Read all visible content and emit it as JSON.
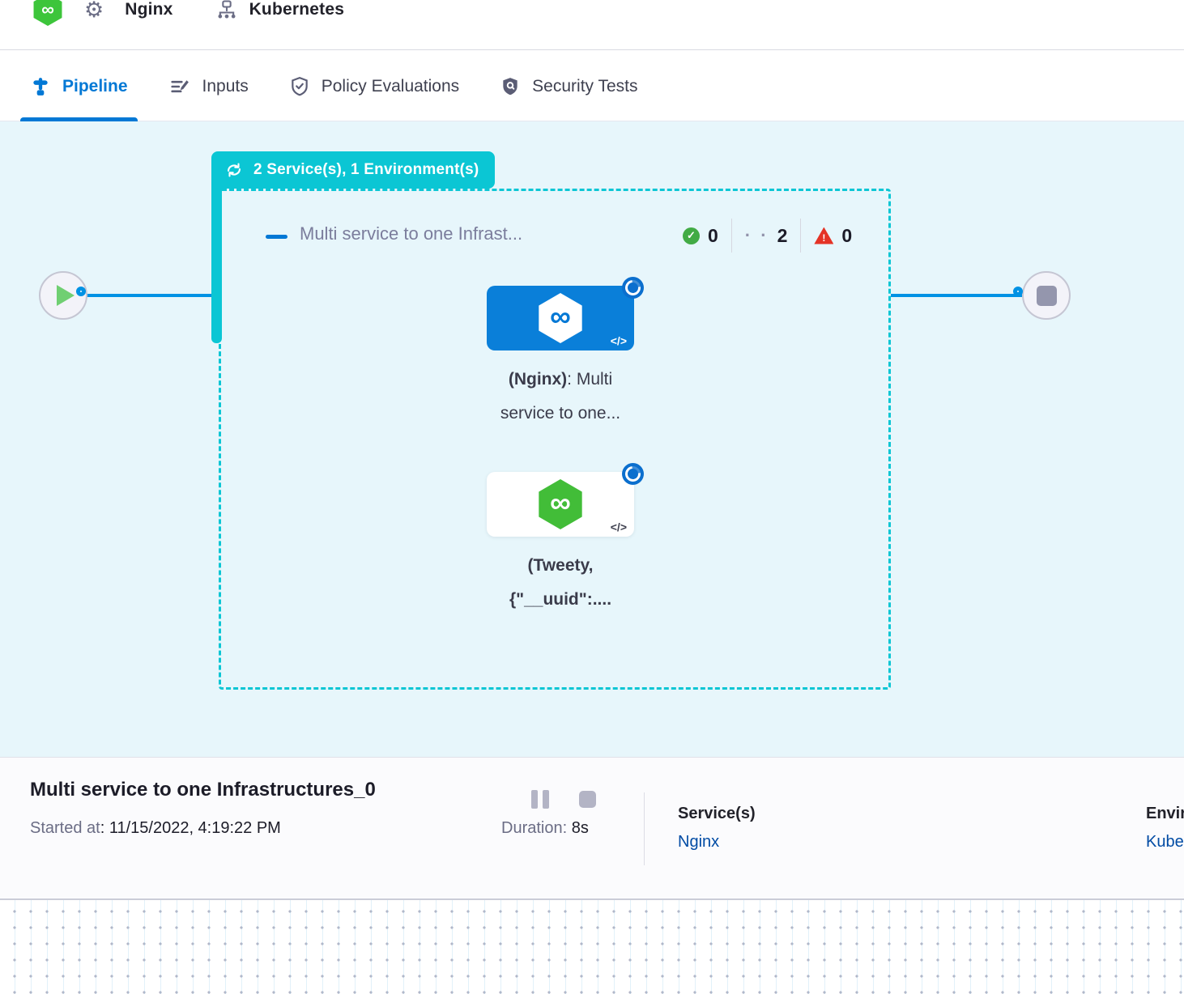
{
  "header": {
    "service_name": "Nginx",
    "environment_name": "Kubernetes"
  },
  "tabs": [
    {
      "label": "Pipeline",
      "active": true
    },
    {
      "label": "Inputs",
      "active": false
    },
    {
      "label": "Policy Evaluations",
      "active": false
    },
    {
      "label": "Security Tests",
      "active": false
    }
  ],
  "canvas": {
    "badge_label": "2 Service(s), 1 Environment(s)",
    "stage": {
      "title": "Multi service to one Infrast...",
      "counts": {
        "success": "0",
        "running": "2",
        "running_dots": "· ·",
        "failed": "0",
        "failed_mark": "!",
        "success_mark": "✓"
      }
    },
    "nodes": [
      {
        "label_bold": "(Nginx)",
        "label_after": ": Multi",
        "label_line2": "service to one..."
      },
      {
        "label_line1": "(Tweety,",
        "label_line2": "{\"__uuid\":...."
      }
    ]
  },
  "icons": {
    "infinity": "∞",
    "code": "</>",
    "gear": "⚙"
  },
  "footer": {
    "title": "Multi service to one Infrastructures_0",
    "started_label": "Started at",
    "started_value": ": 11/15/2022, 4:19:22 PM",
    "duration_label": "Duration:",
    "duration_value": "8s",
    "services_label": "Service(s)",
    "services_value": "Nginx",
    "environment_label": "Environment(s)",
    "environment_value": "Kubernetes"
  },
  "colors": {
    "accent_teal": "#0bc6d4",
    "primary_blue": "#0278d5",
    "edge_blue": "#0092e4",
    "success_green": "#42ab45",
    "node_green": "#42bd38",
    "error_red": "#e43326",
    "link_blue": "#004ba4",
    "canvas_bg": "#e7f6fb"
  }
}
